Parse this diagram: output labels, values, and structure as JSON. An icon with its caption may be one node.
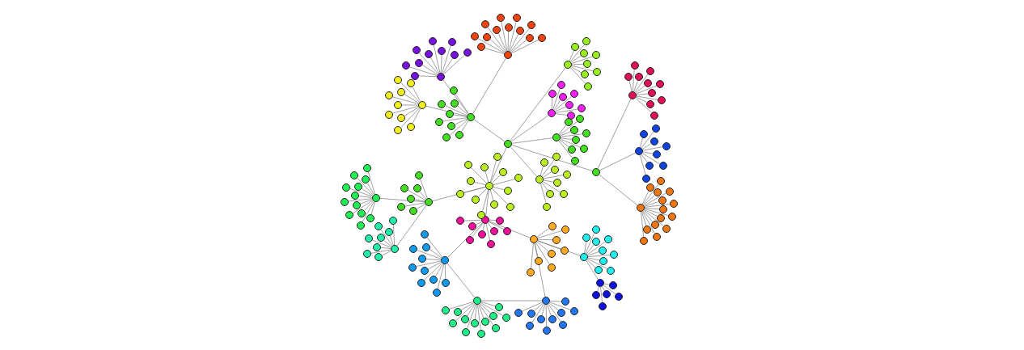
{
  "diagram": {
    "nodes": [
      {
        "text": [],
        "shape": "circle"
      },
      {
        "text": [],
        "shape": "circle"
      },
      {
        "text": [],
        "shape": "circle"
      },
      {
        "text": [],
        "shape": "circle"
      },
      {
        "text": [],
        "shape": "circle"
      },
      {
        "text": [],
        "shape": "circle"
      },
      {
        "text": [],
        "shape": "circle"
      },
      {
        "text": [],
        "shape": "circle"
      },
      {
        "text": [],
        "shape": "circle"
      },
      {
        "text": [],
        "shape": "circle"
      },
      {
        "text": [],
        "shape": "circle"
      },
      {
        "text": [],
        "shape": "circle"
      },
      {
        "text": [],
        "shape": "circle"
      },
      {
        "text": [],
        "shape": "circle"
      },
      {
        "text": [],
        "shape": "circle"
      },
      {
        "text": [],
        "shape": "circle"
      },
      {
        "text": [],
        "shape": "circle"
      },
      {
        "text": [],
        "shape": "circle"
      },
      {
        "text": [],
        "shape": "circle"
      },
      {
        "text": [],
        "shape": "circle"
      },
      {
        "text": [],
        "shape": "circle"
      },
      {
        "text": [],
        "shape": "circle"
      },
      {
        "text": [],
        "shape": "circle"
      },
      {
        "text": [],
        "shape": "circle"
      },
      {
        "text": [],
        "shape": "circle"
      },
      {
        "text": [],
        "shape": "circle"
      },
      {
        "text": [],
        "shape": "circle"
      },
      {
        "text": [],
        "shape": "circle"
      },
      {
        "text": [],
        "shape": "circle"
      },
      {
        "text": [],
        "shape": "circle"
      },
      {
        "text": [],
        "shape": "circle"
      },
      {
        "text": [],
        "shape": "circle"
      },
      {
        "text": [],
        "shape": "circle"
      },
      {
        "text": [],
        "shape": "circle"
      },
      {
        "text": [],
        "shape": "circle"
      },
      {
        "text": [],
        "shape": "circle"
      },
      {
        "text": [],
        "shape": "circle"
      },
      {
        "text": [],
        "shape": "circle"
      },
      {
        "text": [],
        "shape": "circle"
      },
      {
        "text": [],
        "shape": "circle"
      },
      {
        "text": [],
        "shape": "circle"
      },
      {
        "text": [],
        "shape": "circle"
      },
      {
        "text": [],
        "shape": "circle"
      },
      {
        "text": [],
        "shape": "circle"
      },
      {
        "text": [],
        "shape": "circle"
      },
      {
        "text": [],
        "shape": "circle"
      },
      {
        "text": [],
        "shape": "circle"
      },
      {
        "text": [],
        "shape": "circle"
      },
      {
        "text": [],
        "shape": "circle"
      },
      {
        "text": [],
        "shape": "circle"
      },
      {
        "text": [],
        "shape": "circle"
      },
      {
        "text": [],
        "shape": "circle"
      },
      {
        "text": [],
        "shape": "circle"
      },
      {
        "text": [],
        "shape": "circle"
      },
      {
        "text": [],
        "shape": "circle"
      },
      {
        "text": [],
        "shape": "circle"
      },
      {
        "text": [],
        "shape": "circle"
      },
      {
        "text": [],
        "shape": "circle"
      },
      {
        "text": [],
        "shape": "circle"
      },
      {
        "text": [],
        "shape": "circle"
      },
      {
        "text": [],
        "shape": "circle"
      },
      {
        "text": [],
        "shape": "circle"
      },
      {
        "text": [],
        "shape": "circle"
      },
      {
        "text": [],
        "shape": "circle"
      },
      {
        "text": [],
        "shape": "circle"
      },
      {
        "text": [],
        "shape": "circle"
      },
      {
        "text": [],
        "shape": "circle"
      },
      {
        "text": [],
        "shape": "circle"
      },
      {
        "text": [],
        "shape": "circle"
      },
      {
        "text": [],
        "shape": "circle"
      },
      {
        "text": [],
        "shape": "circle"
      },
      {
        "text": [],
        "shape": "circle"
      },
      {
        "text": [],
        "shape": "circle"
      },
      {
        "text": [],
        "shape": "circle"
      },
      {
        "text": [],
        "shape": "circle"
      },
      {
        "text": [],
        "shape": "circle"
      },
      {
        "text": [],
        "shape": "circle"
      },
      {
        "text": [],
        "shape": "circle"
      },
      {
        "text": [],
        "shape": "circle"
      },
      {
        "text": [],
        "shape": "circle"
      },
      {
        "text": [],
        "shape": "circle"
      },
      {
        "text": [],
        "shape": "circle"
      },
      {
        "text": [],
        "shape": "circle"
      },
      {
        "text": [],
        "shape": "circle"
      },
      {
        "text": [],
        "shape": "circle"
      },
      {
        "text": [],
        "shape": "circle"
      },
      {
        "text": [],
        "shape": "circle"
      },
      {
        "text": [],
        "shape": "circle"
      },
      {
        "text": [],
        "shape": "circle"
      },
      {
        "text": [],
        "shape": "circle"
      },
      {
        "text": [],
        "shape": "circle"
      },
      {
        "text": [],
        "shape": "circle"
      },
      {
        "text": [],
        "shape": "circle"
      },
      {
        "text": [],
        "shape": "circle"
      },
      {
        "text": [],
        "shape": "circle"
      },
      {
        "text": [],
        "shape": "circle"
      },
      {
        "text": [],
        "shape": "circle"
      },
      {
        "text": [],
        "shape": "circle"
      },
      {
        "text": [],
        "shape": "circle"
      },
      {
        "text": [],
        "shape": "circle"
      },
      {
        "text": [],
        "shape": "circle"
      },
      {
        "text": [],
        "shape": "circle"
      },
      {
        "text": [],
        "shape": "circle"
      },
      {
        "text": [],
        "shape": "circle"
      },
      {
        "text": [],
        "shape": "circle"
      },
      {
        "text": [],
        "shape": "circle"
      },
      {
        "text": [],
        "shape": "circle"
      },
      {
        "text": [],
        "shape": "circle"
      },
      {
        "text": [],
        "shape": "circle"
      },
      {
        "text": [],
        "shape": "circle"
      },
      {
        "text": [],
        "shape": "circle"
      },
      {
        "text": [],
        "shape": "circle"
      },
      {
        "text": [],
        "shape": "circle"
      },
      {
        "text": [],
        "shape": "circle"
      },
      {
        "text": [],
        "shape": "circle"
      },
      {
        "text": [],
        "shape": "circle"
      },
      {
        "text": [],
        "shape": "circle"
      },
      {
        "text": [],
        "shape": "circle"
      },
      {
        "text": [],
        "shape": "circle"
      },
      {
        "text": [],
        "shape": "circle"
      },
      {
        "text": [],
        "shape": "circle"
      },
      {
        "text": [],
        "shape": "circle"
      },
      {
        "text": [],
        "shape": "circle"
      },
      {
        "text": [],
        "shape": "circle"
      },
      {
        "text": [],
        "shape": "circle"
      },
      {
        "text": [],
        "shape": "circle"
      },
      {
        "text": [],
        "shape": "circle"
      },
      {
        "text": [],
        "shape": "circle"
      },
      {
        "text": [],
        "shape": "circle"
      },
      {
        "text": [],
        "shape": "circle"
      },
      {
        "text": [],
        "shape": "circle"
      },
      {
        "text": [],
        "shape": "circle"
      },
      {
        "text": [],
        "shape": "circle"
      },
      {
        "text": [],
        "shape": "circle"
      },
      {
        "text": [],
        "shape": "circle"
      },
      {
        "text": [],
        "shape": "circle"
      },
      {
        "text": [],
        "shape": "circle"
      },
      {
        "text": [],
        "shape": "circle"
      },
      {
        "text": [],
        "shape": "circle"
      },
      {
        "text": [],
        "shape": "circle"
      },
      {
        "text": [],
        "shape": "circle"
      },
      {
        "text": [],
        "shape": "circle"
      },
      {
        "text": [],
        "shape": "circle"
      },
      {
        "text": [],
        "shape": "circle"
      },
      {
        "text": [],
        "shape": "circle"
      },
      {
        "text": [],
        "shape": "circle"
      },
      {
        "text": [],
        "shape": "circle"
      },
      {
        "text": [],
        "shape": "circle"
      },
      {
        "text": [],
        "shape": "circle"
      },
      {
        "text": [],
        "shape": "circle"
      },
      {
        "text": [],
        "shape": "circle"
      },
      {
        "text": [],
        "shape": "circle"
      },
      {
        "text": [],
        "shape": "circle"
      },
      {
        "text": [],
        "shape": "circle"
      },
      {
        "text": [],
        "shape": "circle"
      },
      {
        "text": [],
        "shape": "circle"
      },
      {
        "text": [],
        "shape": "circle"
      },
      {
        "text": [],
        "shape": "circle"
      },
      {
        "text": [],
        "shape": "circle"
      },
      {
        "text": [],
        "shape": "circle"
      },
      {
        "text": [],
        "shape": "circle"
      },
      {
        "text": [],
        "shape": "circle"
      },
      {
        "text": [],
        "shape": "circle"
      },
      {
        "text": [],
        "shape": "circle"
      },
      {
        "text": [],
        "shape": "circle"
      },
      {
        "text": [],
        "shape": "circle"
      },
      {
        "text": [],
        "shape": "circle"
      },
      {
        "text": [],
        "shape": "circle"
      },
      {
        "text": [],
        "shape": "circle"
      },
      {
        "text": [],
        "shape": "circle"
      },
      {
        "text": [],
        "shape": "circle"
      },
      {
        "text": [],
        "shape": "circle"
      },
      {
        "text": [],
        "shape": "circle"
      },
      {
        "text": [],
        "shape": "circle"
      },
      {
        "text": [],
        "shape": "circle"
      },
      {
        "text": [],
        "shape": "circle"
      },
      {
        "text": [],
        "shape": "circle"
      },
      {
        "text": [],
        "shape": "circle"
      },
      {
        "text": [],
        "shape": "circle"
      },
      {
        "text": [],
        "shape": "circle"
      },
      {
        "text": [],
        "shape": "circle"
      },
      {
        "text": [],
        "shape": "circle"
      },
      {
        "text": [],
        "shape": "circle"
      },
      {
        "text": [],
        "shape": "circle"
      },
      {
        "text": [],
        "shape": "circle"
      },
      {
        "text": [],
        "shape": "circle"
      },
      {
        "text": [],
        "shape": "circle"
      },
      {
        "text": [],
        "shape": "circle"
      },
      {
        "text": [],
        "shape": "circle"
      },
      {
        "text": [],
        "shape": "circle"
      },
      {
        "text": [],
        "shape": "circle"
      },
      {
        "text": [],
        "shape": "circle"
      },
      {
        "text": [],
        "shape": "circle"
      },
      {
        "text": [],
        "shape": "circle"
      },
      {
        "text": [],
        "shape": "circle"
      },
      {
        "text": [],
        "shape": "circle"
      },
      {
        "text": [],
        "shape": "circle"
      },
      {
        "text": [],
        "shape": "circle"
      },
      {
        "text": [],
        "shape": "circle"
      },
      {
        "text": [],
        "shape": "circle"
      },
      {
        "text": [],
        "shape": "circle"
      },
      {
        "text": [],
        "shape": "circle"
      },
      {
        "text": [],
        "shape": "circle"
      },
      {
        "text": [],
        "shape": "circle"
      },
      {
        "text": [],
        "shape": "circle"
      },
      {
        "text": [],
        "shape": "circle"
      },
      {
        "text": [],
        "shape": "circle"
      },
      {
        "text": [],
        "shape": "circle"
      },
      {
        "text": [],
        "shape": "circle"
      },
      {
        "text": [],
        "shape": "circle"
      },
      {
        "text": [],
        "shape": "circle"
      },
      {
        "text": [],
        "shape": "circle"
      },
      {
        "text": [],
        "shape": "circle"
      },
      {
        "text": [],
        "shape": "circle"
      },
      {
        "text": [],
        "shape": "circle"
      },
      {
        "text": [],
        "shape": "circle"
      },
      {
        "text": [],
        "shape": "circle"
      },
      {
        "text": [],
        "shape": "circle"
      },
      {
        "text": [],
        "shape": "circle"
      },
      {
        "text": [],
        "shape": "circle"
      },
      {
        "text": [],
        "shape": "circle"
      },
      {
        "text": [],
        "shape": "circle"
      },
      {
        "text": [],
        "shape": "circle"
      },
      {
        "text": [],
        "shape": "circle"
      },
      {
        "text": [],
        "shape": "circle"
      },
      {
        "text": [],
        "shape": "circle"
      }
    ],
    "edges": [
      {
        "from": 0,
        "to": 1,
        "arrow": "none"
      },
      {
        "from": 1,
        "to": 2,
        "arrow": "none"
      },
      {
        "from": 1,
        "to": 3,
        "arrow": "none"
      },
      {
        "from": 1,
        "to": 4,
        "arrow": "none"
      },
      {
        "from": 0,
        "to": 5,
        "arrow": "none"
      },
      {
        "from": 0,
        "to": 6,
        "arrow": "none"
      },
      {
        "from": 0,
        "to": 7,
        "arrow": "none"
      },
      {
        "from": 0,
        "to": 8,
        "arrow": "none"
      },
      {
        "from": 8,
        "to": 9,
        "arrow": "none"
      },
      {
        "from": 8,
        "to": 10,
        "arrow": "none"
      },
      {
        "from": 8,
        "to": 11,
        "arrow": "none"
      },
      {
        "from": 0,
        "to": 12,
        "arrow": "none"
      },
      {
        "from": 0,
        "to": 13,
        "arrow": "none"
      },
      {
        "from": 12,
        "to": 14,
        "arrow": "none"
      },
      {
        "from": 14,
        "to": 15,
        "arrow": "none"
      },
      {
        "from": 14,
        "to": 16,
        "arrow": "none"
      },
      {
        "from": 12,
        "to": 17,
        "arrow": "none"
      },
      {
        "from": 17,
        "to": 18,
        "arrow": "none"
      },
      {
        "from": 18,
        "to": 19,
        "arrow": "none"
      },
      {
        "from": 17,
        "to": 20,
        "arrow": "none"
      },
      {
        "from": 20,
        "to": 21,
        "arrow": "none"
      },
      {
        "from": 20,
        "to": 22,
        "arrow": "none"
      },
      {
        "from": 22,
        "to": 23,
        "arrow": "none"
      },
      {
        "from": 19,
        "to": 21,
        "arrow": "none"
      },
      {
        "from": 1,
        "to": 24,
        "arrow": "none"
      },
      {
        "from": 1,
        "to": 25,
        "arrow": "none"
      },
      {
        "from": 1,
        "to": 26,
        "arrow": "none"
      },
      {
        "from": 1,
        "to": 27,
        "arrow": "none"
      },
      {
        "from": 1,
        "to": 28,
        "arrow": "none"
      },
      {
        "from": 1,
        "to": 29,
        "arrow": "none"
      },
      {
        "from": 1,
        "to": 30,
        "arrow": "none"
      },
      {
        "from": 1,
        "to": 31,
        "arrow": "none"
      },
      {
        "from": 2,
        "to": 32,
        "arrow": "none"
      },
      {
        "from": 2,
        "to": 33,
        "arrow": "none"
      },
      {
        "from": 2,
        "to": 34,
        "arrow": "none"
      },
      {
        "from": 2,
        "to": 35,
        "arrow": "none"
      },
      {
        "from": 2,
        "to": 36,
        "arrow": "none"
      },
      {
        "from": 2,
        "to": 37,
        "arrow": "none"
      },
      {
        "from": 2,
        "to": 38,
        "arrow": "none"
      },
      {
        "from": 2,
        "to": 39,
        "arrow": "none"
      },
      {
        "from": 2,
        "to": 40,
        "arrow": "none"
      },
      {
        "from": 2,
        "to": 41,
        "arrow": "none"
      },
      {
        "from": 2,
        "to": 42,
        "arrow": "none"
      },
      {
        "from": 2,
        "to": 43,
        "arrow": "none"
      },
      {
        "from": 3,
        "to": 44,
        "arrow": "none"
      },
      {
        "from": 3,
        "to": 45,
        "arrow": "none"
      },
      {
        "from": 3,
        "to": 46,
        "arrow": "none"
      },
      {
        "from": 3,
        "to": 47,
        "arrow": "none"
      },
      {
        "from": 3,
        "to": 48,
        "arrow": "none"
      },
      {
        "from": 3,
        "to": 49,
        "arrow": "none"
      },
      {
        "from": 3,
        "to": 50,
        "arrow": "none"
      },
      {
        "from": 3,
        "to": 51,
        "arrow": "none"
      },
      {
        "from": 3,
        "to": 52,
        "arrow": "none"
      },
      {
        "from": 3,
        "to": 53,
        "arrow": "none"
      },
      {
        "from": 4,
        "to": 54,
        "arrow": "none"
      },
      {
        "from": 4,
        "to": 55,
        "arrow": "none"
      },
      {
        "from": 4,
        "to": 56,
        "arrow": "none"
      },
      {
        "from": 4,
        "to": 57,
        "arrow": "none"
      },
      {
        "from": 4,
        "to": 58,
        "arrow": "none"
      },
      {
        "from": 4,
        "to": 59,
        "arrow": "none"
      },
      {
        "from": 4,
        "to": 60,
        "arrow": "none"
      },
      {
        "from": 4,
        "to": 61,
        "arrow": "none"
      },
      {
        "from": 4,
        "to": 62,
        "arrow": "none"
      },
      {
        "from": 5,
        "to": 63,
        "arrow": "none"
      },
      {
        "from": 5,
        "to": 64,
        "arrow": "none"
      },
      {
        "from": 5,
        "to": 65,
        "arrow": "none"
      },
      {
        "from": 5,
        "to": 66,
        "arrow": "none"
      },
      {
        "from": 5,
        "to": 67,
        "arrow": "none"
      },
      {
        "from": 5,
        "to": 68,
        "arrow": "none"
      },
      {
        "from": 5,
        "to": 69,
        "arrow": "none"
      },
      {
        "from": 5,
        "to": 70,
        "arrow": "none"
      },
      {
        "from": 6,
        "to": 71,
        "arrow": "none"
      },
      {
        "from": 6,
        "to": 72,
        "arrow": "none"
      },
      {
        "from": 6,
        "to": 73,
        "arrow": "none"
      },
      {
        "from": 6,
        "to": 74,
        "arrow": "none"
      },
      {
        "from": 6,
        "to": 75,
        "arrow": "none"
      },
      {
        "from": 6,
        "to": 76,
        "arrow": "none"
      },
      {
        "from": 6,
        "to": 77,
        "arrow": "none"
      },
      {
        "from": 7,
        "to": 78,
        "arrow": "none"
      },
      {
        "from": 7,
        "to": 79,
        "arrow": "none"
      },
      {
        "from": 7,
        "to": 80,
        "arrow": "none"
      },
      {
        "from": 7,
        "to": 81,
        "arrow": "none"
      },
      {
        "from": 7,
        "to": 82,
        "arrow": "none"
      },
      {
        "from": 7,
        "to": 83,
        "arrow": "none"
      },
      {
        "from": 7,
        "to": 84,
        "arrow": "none"
      },
      {
        "from": 7,
        "to": 85,
        "arrow": "none"
      },
      {
        "from": 9,
        "to": 86,
        "arrow": "none"
      },
      {
        "from": 9,
        "to": 87,
        "arrow": "none"
      },
      {
        "from": 9,
        "to": 88,
        "arrow": "none"
      },
      {
        "from": 9,
        "to": 89,
        "arrow": "none"
      },
      {
        "from": 9,
        "to": 90,
        "arrow": "none"
      },
      {
        "from": 9,
        "to": 91,
        "arrow": "none"
      },
      {
        "from": 9,
        "to": 92,
        "arrow": "none"
      },
      {
        "from": 9,
        "to": 93,
        "arrow": "none"
      },
      {
        "from": 9,
        "to": 94,
        "arrow": "none"
      },
      {
        "from": 9,
        "to": 95,
        "arrow": "none"
      },
      {
        "from": 10,
        "to": 96,
        "arrow": "none"
      },
      {
        "from": 10,
        "to": 97,
        "arrow": "none"
      },
      {
        "from": 10,
        "to": 98,
        "arrow": "none"
      },
      {
        "from": 10,
        "to": 99,
        "arrow": "none"
      },
      {
        "from": 10,
        "to": 100,
        "arrow": "none"
      },
      {
        "from": 10,
        "to": 101,
        "arrow": "none"
      },
      {
        "from": 10,
        "to": 102,
        "arrow": "none"
      },
      {
        "from": 10,
        "to": 103,
        "arrow": "none"
      },
      {
        "from": 11,
        "to": 104,
        "arrow": "none"
      },
      {
        "from": 11,
        "to": 105,
        "arrow": "none"
      },
      {
        "from": 11,
        "to": 106,
        "arrow": "none"
      },
      {
        "from": 11,
        "to": 107,
        "arrow": "none"
      },
      {
        "from": 11,
        "to": 108,
        "arrow": "none"
      },
      {
        "from": 11,
        "to": 109,
        "arrow": "none"
      },
      {
        "from": 11,
        "to": 110,
        "arrow": "none"
      },
      {
        "from": 11,
        "to": 111,
        "arrow": "none"
      },
      {
        "from": 11,
        "to": 112,
        "arrow": "none"
      },
      {
        "from": 11,
        "to": 113,
        "arrow": "none"
      },
      {
        "from": 11,
        "to": 114,
        "arrow": "none"
      },
      {
        "from": 11,
        "to": 115,
        "arrow": "none"
      },
      {
        "from": 11,
        "to": 116,
        "arrow": "none"
      },
      {
        "from": 11,
        "to": 117,
        "arrow": "none"
      },
      {
        "from": 12,
        "to": 118,
        "arrow": "none"
      },
      {
        "from": 12,
        "to": 119,
        "arrow": "none"
      },
      {
        "from": 12,
        "to": 120,
        "arrow": "none"
      },
      {
        "from": 12,
        "to": 121,
        "arrow": "none"
      },
      {
        "from": 12,
        "to": 122,
        "arrow": "none"
      },
      {
        "from": 12,
        "to": 123,
        "arrow": "none"
      },
      {
        "from": 12,
        "to": 124,
        "arrow": "none"
      },
      {
        "from": 12,
        "to": 125,
        "arrow": "none"
      },
      {
        "from": 12,
        "to": 126,
        "arrow": "none"
      },
      {
        "from": 12,
        "to": 127,
        "arrow": "none"
      },
      {
        "from": 12,
        "to": 128,
        "arrow": "none"
      },
      {
        "from": 12,
        "to": 129,
        "arrow": "none"
      },
      {
        "from": 13,
        "to": 130,
        "arrow": "none"
      },
      {
        "from": 13,
        "to": 131,
        "arrow": "none"
      },
      {
        "from": 13,
        "to": 132,
        "arrow": "none"
      },
      {
        "from": 13,
        "to": 133,
        "arrow": "none"
      },
      {
        "from": 13,
        "to": 134,
        "arrow": "none"
      },
      {
        "from": 13,
        "to": 135,
        "arrow": "none"
      },
      {
        "from": 13,
        "to": 136,
        "arrow": "none"
      },
      {
        "from": 13,
        "to": 137,
        "arrow": "none"
      },
      {
        "from": 14,
        "to": 138,
        "arrow": "none"
      },
      {
        "from": 14,
        "to": 139,
        "arrow": "none"
      },
      {
        "from": 14,
        "to": 140,
        "arrow": "none"
      },
      {
        "from": 14,
        "to": 141,
        "arrow": "none"
      },
      {
        "from": 14,
        "to": 142,
        "arrow": "none"
      },
      {
        "from": 14,
        "to": 143,
        "arrow": "none"
      },
      {
        "from": 15,
        "to": 144,
        "arrow": "none"
      },
      {
        "from": 15,
        "to": 145,
        "arrow": "none"
      },
      {
        "from": 15,
        "to": 146,
        "arrow": "none"
      },
      {
        "from": 15,
        "to": 147,
        "arrow": "none"
      },
      {
        "from": 15,
        "to": 148,
        "arrow": "none"
      },
      {
        "from": 15,
        "to": 149,
        "arrow": "none"
      },
      {
        "from": 15,
        "to": 150,
        "arrow": "none"
      },
      {
        "from": 15,
        "to": 151,
        "arrow": "none"
      },
      {
        "from": 15,
        "to": 152,
        "arrow": "none"
      },
      {
        "from": 15,
        "to": 153,
        "arrow": "none"
      },
      {
        "from": 15,
        "to": 154,
        "arrow": "none"
      },
      {
        "from": 15,
        "to": 155,
        "arrow": "none"
      },
      {
        "from": 16,
        "to": 156,
        "arrow": "none"
      },
      {
        "from": 16,
        "to": 157,
        "arrow": "none"
      },
      {
        "from": 16,
        "to": 158,
        "arrow": "none"
      },
      {
        "from": 16,
        "to": 159,
        "arrow": "none"
      },
      {
        "from": 16,
        "to": 160,
        "arrow": "none"
      },
      {
        "from": 16,
        "to": 161,
        "arrow": "none"
      },
      {
        "from": 16,
        "to": 162,
        "arrow": "none"
      },
      {
        "from": 16,
        "to": 163,
        "arrow": "none"
      },
      {
        "from": 17,
        "to": 164,
        "arrow": "none"
      },
      {
        "from": 17,
        "to": 165,
        "arrow": "none"
      },
      {
        "from": 17,
        "to": 166,
        "arrow": "none"
      },
      {
        "from": 17,
        "to": 167,
        "arrow": "none"
      },
      {
        "from": 17,
        "to": 168,
        "arrow": "none"
      },
      {
        "from": 17,
        "to": 169,
        "arrow": "none"
      },
      {
        "from": 17,
        "to": 170,
        "arrow": "none"
      },
      {
        "from": 17,
        "to": 171,
        "arrow": "none"
      },
      {
        "from": 18,
        "to": 172,
        "arrow": "none"
      },
      {
        "from": 18,
        "to": 173,
        "arrow": "none"
      },
      {
        "from": 18,
        "to": 174,
        "arrow": "none"
      },
      {
        "from": 18,
        "to": 175,
        "arrow": "none"
      },
      {
        "from": 18,
        "to": 176,
        "arrow": "none"
      },
      {
        "from": 18,
        "to": 177,
        "arrow": "none"
      },
      {
        "from": 18,
        "to": 178,
        "arrow": "none"
      },
      {
        "from": 18,
        "to": 179,
        "arrow": "none"
      },
      {
        "from": 18,
        "to": 180,
        "arrow": "none"
      },
      {
        "from": 18,
        "to": 181,
        "arrow": "none"
      },
      {
        "from": 19,
        "to": 182,
        "arrow": "none"
      },
      {
        "from": 19,
        "to": 183,
        "arrow": "none"
      },
      {
        "from": 19,
        "to": 184,
        "arrow": "none"
      },
      {
        "from": 19,
        "to": 185,
        "arrow": "none"
      },
      {
        "from": 19,
        "to": 186,
        "arrow": "none"
      },
      {
        "from": 19,
        "to": 187,
        "arrow": "none"
      },
      {
        "from": 19,
        "to": 188,
        "arrow": "none"
      },
      {
        "from": 19,
        "to": 189,
        "arrow": "none"
      },
      {
        "from": 19,
        "to": 190,
        "arrow": "none"
      },
      {
        "from": 19,
        "to": 191,
        "arrow": "none"
      },
      {
        "from": 19,
        "to": 192,
        "arrow": "none"
      },
      {
        "from": 19,
        "to": 193,
        "arrow": "none"
      },
      {
        "from": 20,
        "to": 194,
        "arrow": "none"
      },
      {
        "from": 20,
        "to": 195,
        "arrow": "none"
      },
      {
        "from": 20,
        "to": 196,
        "arrow": "none"
      },
      {
        "from": 20,
        "to": 197,
        "arrow": "none"
      },
      {
        "from": 20,
        "to": 198,
        "arrow": "none"
      },
      {
        "from": 20,
        "to": 199,
        "arrow": "none"
      },
      {
        "from": 20,
        "to": 200,
        "arrow": "none"
      },
      {
        "from": 20,
        "to": 201,
        "arrow": "none"
      },
      {
        "from": 21,
        "to": 202,
        "arrow": "none"
      },
      {
        "from": 21,
        "to": 203,
        "arrow": "none"
      },
      {
        "from": 21,
        "to": 204,
        "arrow": "none"
      },
      {
        "from": 21,
        "to": 205,
        "arrow": "none"
      },
      {
        "from": 21,
        "to": 206,
        "arrow": "none"
      },
      {
        "from": 21,
        "to": 207,
        "arrow": "none"
      },
      {
        "from": 21,
        "to": 208,
        "arrow": "none"
      },
      {
        "from": 21,
        "to": 209,
        "arrow": "none"
      },
      {
        "from": 21,
        "to": 210,
        "arrow": "none"
      },
      {
        "from": 21,
        "to": 211,
        "arrow": "none"
      },
      {
        "from": 22,
        "to": 212,
        "arrow": "none"
      },
      {
        "from": 22,
        "to": 213,
        "arrow": "none"
      },
      {
        "from": 22,
        "to": 214,
        "arrow": "none"
      },
      {
        "from": 22,
        "to": 215,
        "arrow": "none"
      },
      {
        "from": 22,
        "to": 216,
        "arrow": "none"
      },
      {
        "from": 22,
        "to": 217,
        "arrow": "none"
      },
      {
        "from": 22,
        "to": 218,
        "arrow": "none"
      },
      {
        "from": 22,
        "to": 219,
        "arrow": "none"
      },
      {
        "from": 22,
        "to": 220,
        "arrow": "none"
      },
      {
        "from": 23,
        "to": 221,
        "arrow": "none"
      },
      {
        "from": 23,
        "to": 222,
        "arrow": "none"
      },
      {
        "from": 23,
        "to": 223,
        "arrow": "none"
      },
      {
        "from": 23,
        "to": 224,
        "arrow": "none"
      },
      {
        "from": 23,
        "to": 225,
        "arrow": "none"
      }
    ]
  }
}
